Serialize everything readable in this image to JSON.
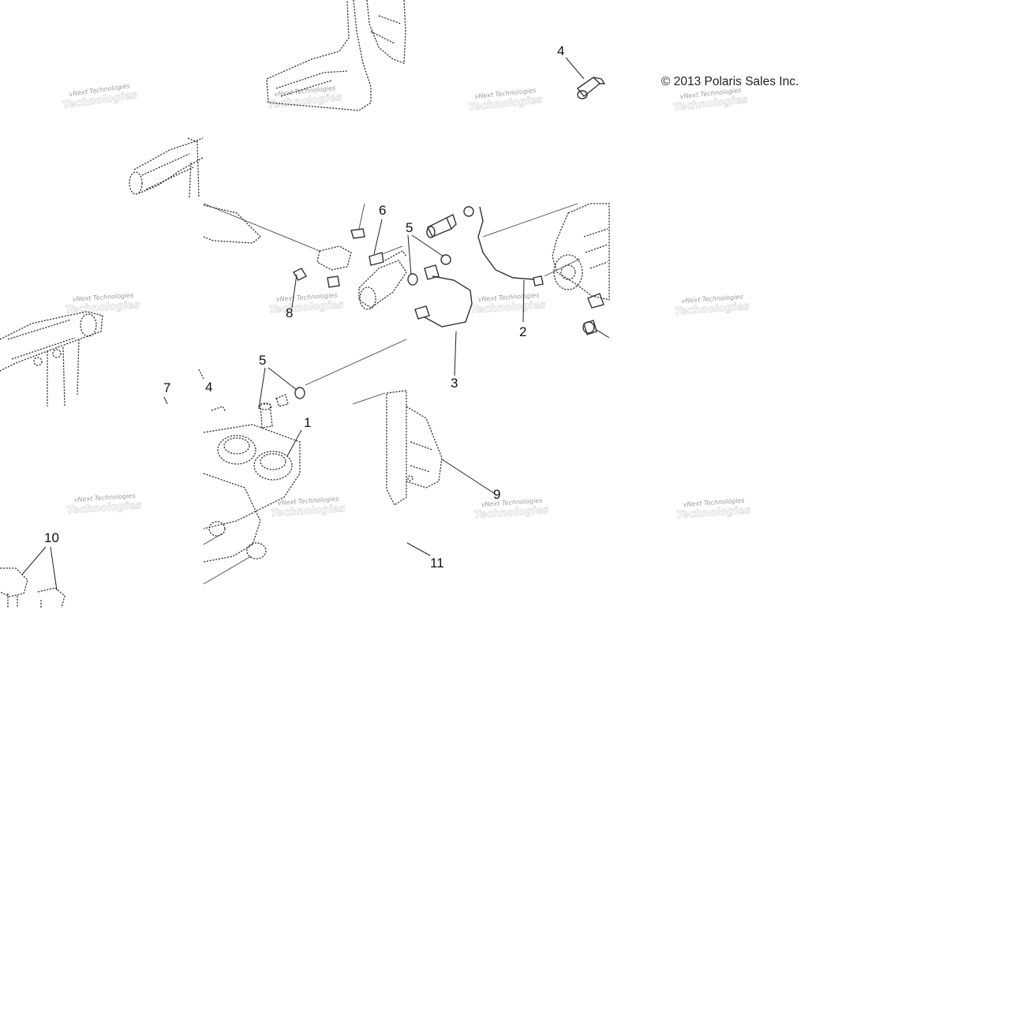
{
  "copyright": "© 2013 Polaris Sales Inc.",
  "watermark": {
    "line1": "vNext Technologies",
    "line2": "Technologies"
  },
  "callouts": [
    "1",
    "2",
    "3",
    "4",
    "4",
    "5",
    "5",
    "6",
    "7",
    "8",
    "9",
    "10",
    "11"
  ]
}
